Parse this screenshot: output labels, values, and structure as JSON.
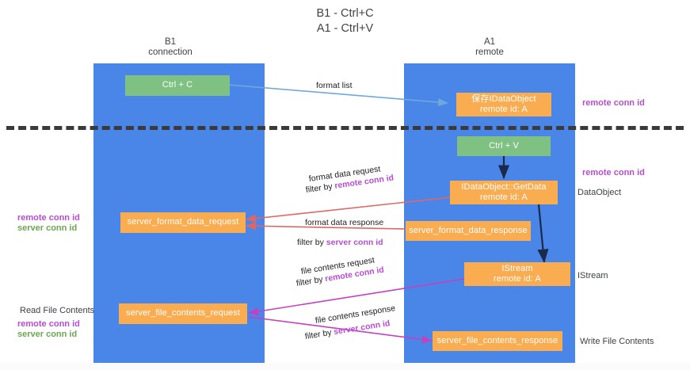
{
  "title": {
    "line1": "B1 - Ctrl+C",
    "line2": "A1 - Ctrl+V"
  },
  "lanes": [
    {
      "id": "b1",
      "name": "B1",
      "role": "connection"
    },
    {
      "id": "a1",
      "name": "A1",
      "role": "remote"
    }
  ],
  "nodes": {
    "ctrl_c": {
      "label": "Ctrl + C"
    },
    "save_idataobject": {
      "label": "保存IDataObject",
      "sub": "remote id: A"
    },
    "ctrl_v": {
      "label": "Ctrl + V"
    },
    "idataobject_getdata": {
      "label": "IDataObject::GetData",
      "sub": "remote id: A"
    },
    "server_format_data_request": {
      "label": "server_format_data_request"
    },
    "server_format_data_response": {
      "label": "server_format_data_response"
    },
    "istream": {
      "label": "IStream",
      "sub": "remote id: A"
    },
    "server_file_contents_request": {
      "label": "server_file_contents_request"
    },
    "server_file_contents_response": {
      "label": "server_file_contents_response"
    }
  },
  "edge_labels": {
    "format_list": "format list",
    "format_data_request": "format data request",
    "format_data_request_filter_prefix": "filter by ",
    "format_data_request_filter_key": "remote conn id",
    "format_data_response": "format data response",
    "format_data_response_filter_prefix": "filter by ",
    "format_data_response_filter_key": "server conn id",
    "file_contents_request": "file contents request",
    "file_contents_request_filter_prefix": "filter by ",
    "file_contents_request_filter_key": "remote conn id",
    "file_contents_response": "file contents response",
    "file_contents_response_filter_prefix": "filter by ",
    "file_contents_response_filter_key": "server conn id"
  },
  "annotations": {
    "right_remote_conn_id_top": "remote conn id",
    "right_remote_conn_id_mid": "remote conn id",
    "right_dataobject": "DataObject",
    "right_istream": "IStream",
    "right_write_file_contents": "Write File Contents",
    "left_remote_conn_id_1": "remote conn id",
    "left_server_conn_id_1": "server conn id",
    "left_read_file_contents": "Read File Contents",
    "left_remote_conn_id_2": "remote conn id",
    "left_server_conn_id_2": "server conn id"
  },
  "colors": {
    "lane": "#4a86e8",
    "green_node": "#7fc183",
    "orange_node": "#f9ac50",
    "purple_text": "#b64dd1",
    "green_text": "#6aa84f",
    "arrow_lightblue": "#6fa8dc",
    "arrow_red": "#e06666",
    "arrow_magenta": "#c540c0",
    "arrow_black": "#1b2a4a",
    "divider": "#3a3a3a"
  }
}
